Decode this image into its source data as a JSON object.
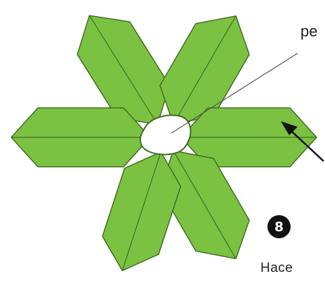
{
  "colors": {
    "leaf_fill": "#7cc242",
    "leaf_stroke": "#3f6e22",
    "center_fill": "#ffffff",
    "text": "#222222",
    "badge_bg": "#111111"
  },
  "labels": {
    "top_partial": "pe",
    "bottom_partial": "Hace"
  },
  "step": {
    "number": "8"
  },
  "icons": {
    "pointer_arrow": "arrow-left-icon",
    "flower": "flower-icon"
  }
}
